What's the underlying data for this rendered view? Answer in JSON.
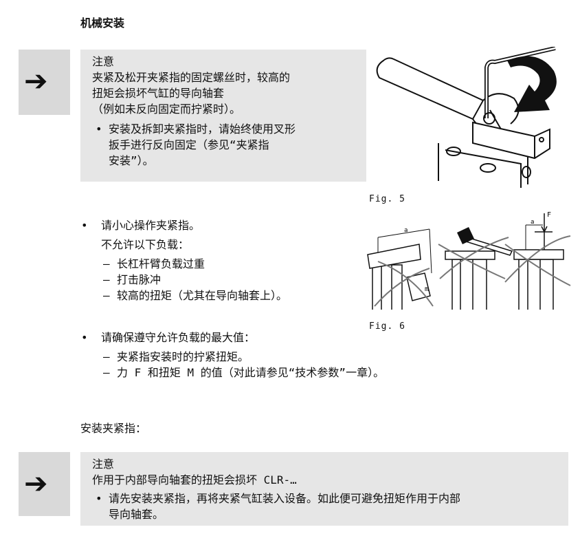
{
  "section_title": "机械安装",
  "note1": {
    "heading": "注意",
    "lines": [
      "夹紧及松开夹紧指的固定螺丝时，较高的",
      "扭矩会损坏气缸的导向轴套",
      "（例如未反向固定而拧紧时）。"
    ],
    "bullet_lines": [
      "安装及拆卸夹紧指时，请始终使用叉形",
      "扳手进行反向固定（参见“夹紧指",
      "安装”）。"
    ]
  },
  "fig5_label": "Fig. 5",
  "fig6_label": "Fig. 6",
  "fig6_labels": {
    "a": "a",
    "m": "m",
    "F": "F"
  },
  "bullet_careful": {
    "text": "请小心操作夹紧指。",
    "sub": "不允许以下负载：",
    "items": [
      "长杠杆臂负载过重",
      "打击脉冲",
      "较高的扭矩（尤其在导向轴套上）。"
    ]
  },
  "bullet_limits": {
    "text": "请确保遵守允许负载的最大值：",
    "items": [
      "夹紧指安装时的拧紧扭矩。",
      "力 F 和扭矩 M 的值（对此请参见“技术参数”一章）。"
    ]
  },
  "install_heading": "安装夹紧指：",
  "note2": {
    "heading": "注意",
    "line": "作用于内部导向轴套的扭矩会损坏 CLR-…",
    "bullet_lines": [
      "请先安装夹紧指，再将夹紧气缸装入设备。如此便可避免扭矩作用于内部",
      "导向轴套。"
    ]
  },
  "bullet_char": "•",
  "dash_char": "–",
  "arrow_char": "➔"
}
